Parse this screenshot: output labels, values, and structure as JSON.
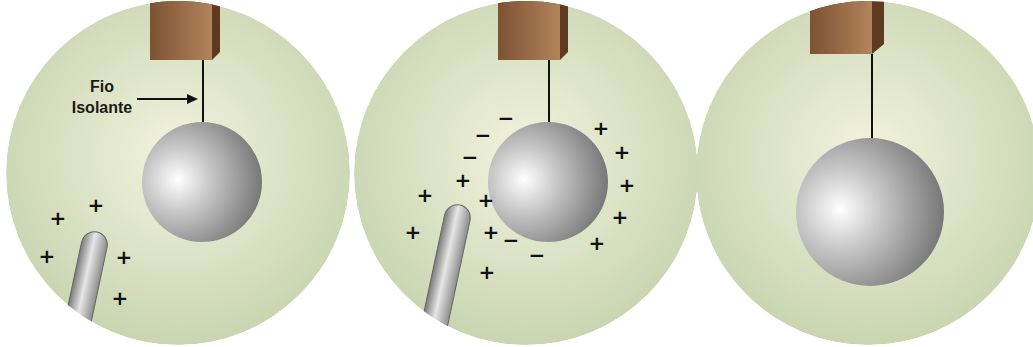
{
  "diagram": {
    "labels": [
      "Fio Isolante",
      "+",
      "+",
      "+",
      "+",
      "+",
      "+",
      "+",
      "+",
      "+",
      "+",
      "+",
      "−",
      "−",
      "−",
      "−",
      "−",
      "+",
      "+",
      "+",
      "+",
      "+"
    ]
  }
}
